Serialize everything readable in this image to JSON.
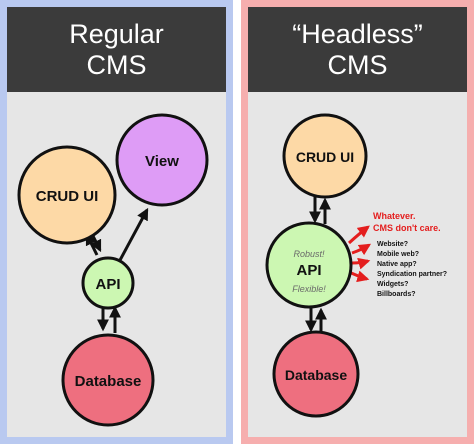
{
  "left": {
    "title_line1": "Regular",
    "title_line2": "CMS",
    "crud": "CRUD UI",
    "view": "View",
    "api": "API",
    "database": "Database"
  },
  "right": {
    "title_line1": "“Headless”",
    "title_line2": "CMS",
    "crud": "CRUD UI",
    "api": "API",
    "robust": "Robust!",
    "flexible": "Flexible!",
    "database": "Database",
    "whatever1": "Whatever.",
    "whatever2": "CMS don't care.",
    "targets": [
      "Website?",
      "Mobile web?",
      "Native app?",
      "Syndication partner?",
      "Widgets?",
      "Billboards?"
    ]
  },
  "colors": {
    "crud": "#fdd9a6",
    "view": "#de9cf6",
    "api": "#ccf7b2",
    "database": "#ee6f7f",
    "accent_red": "#e41e1e",
    "left_frame": "#b9c9f0",
    "right_frame": "#f6aeae"
  }
}
